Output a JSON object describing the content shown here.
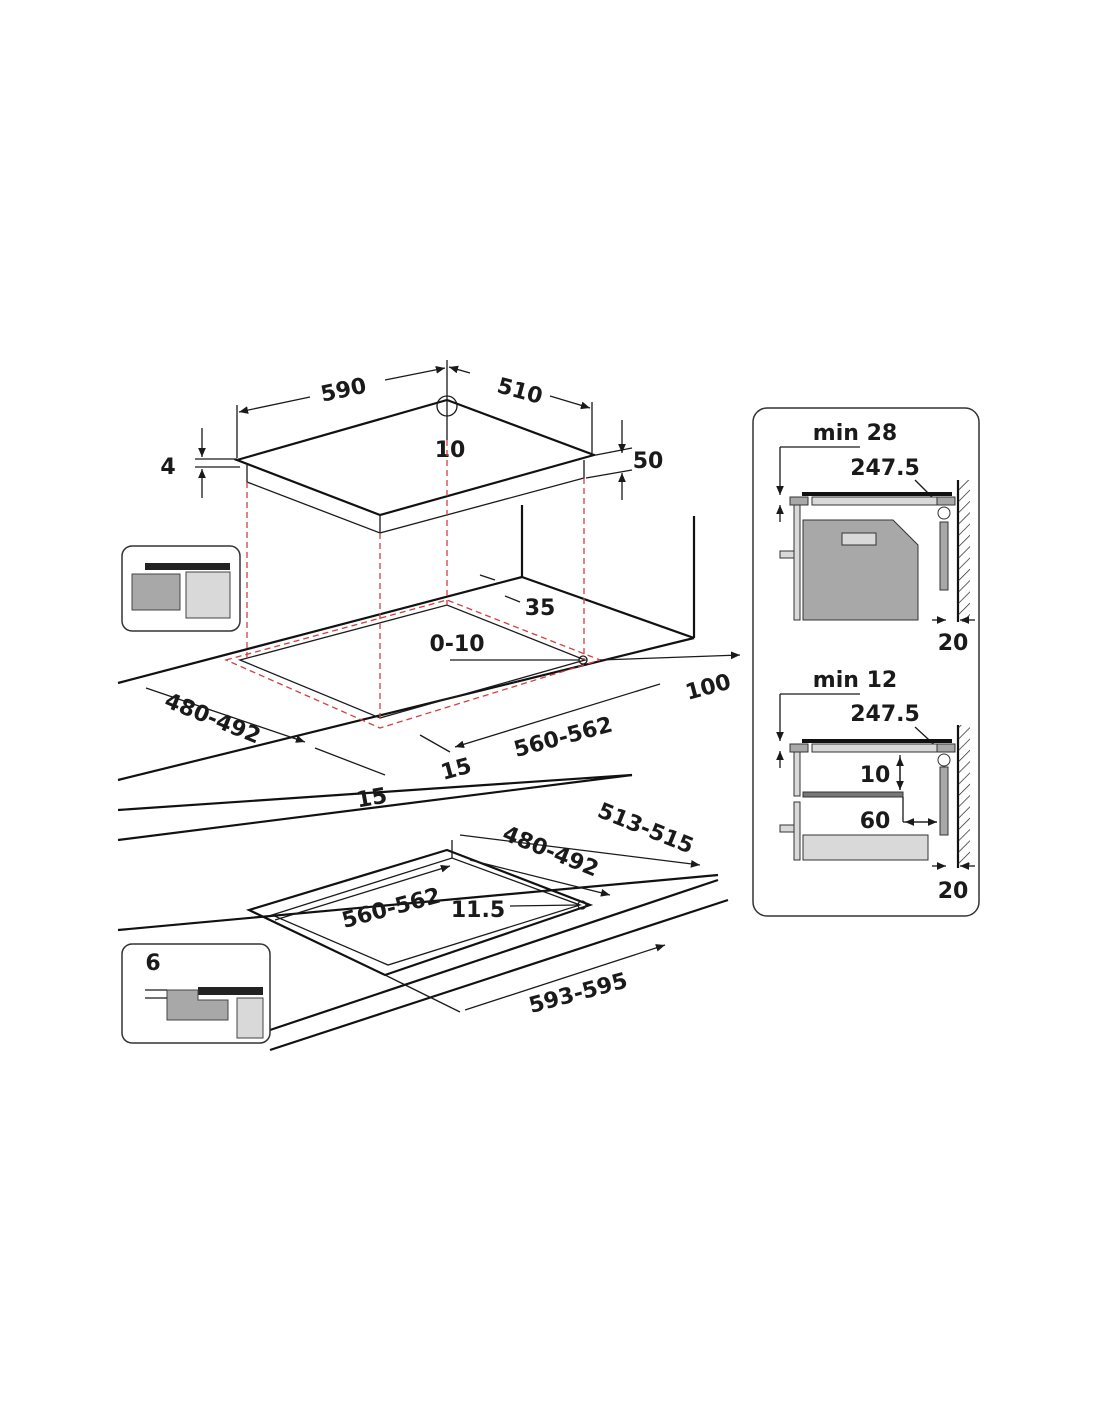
{
  "hob": {
    "width": "590",
    "depth": "510",
    "glass_thickness": "4",
    "height": "50",
    "corner_clearance": "10"
  },
  "cutout_top": {
    "back_distance": "35",
    "corner": "0-10",
    "side_distance": "100",
    "depth": "480-492",
    "width": "560-562",
    "front_gap_a": "15",
    "front_gap_b": "15"
  },
  "cutout_flush": {
    "outer_depth": "513-515",
    "inner_depth": "480-492",
    "inner_width": "560-562",
    "corner_radius": "11.5",
    "outer_width": "593-595"
  },
  "inset_flush": {
    "recess": "6"
  },
  "side_panel": {
    "oven": {
      "min_label": "min 28",
      "length": "247.5",
      "wall_gap": "20"
    },
    "drawer": {
      "min_label": "min 12",
      "length": "247.5",
      "shelf_gap": "10",
      "rear_gap": "60",
      "wall_gap": "20"
    }
  },
  "colors": {
    "line": "#1a1a1a",
    "projection": "#d04040",
    "fill_dark": "#a8a8a8",
    "fill_light": "#d9d9d9"
  }
}
